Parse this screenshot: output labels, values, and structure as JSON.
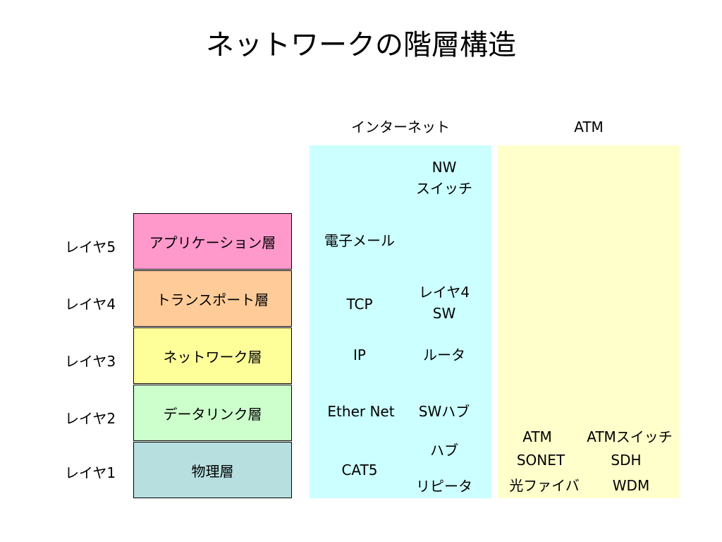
{
  "title": "ネットワークの階層構造",
  "column_headers": {
    "internet": "インターネット",
    "atm": "ATM"
  },
  "colors": {
    "internet_panel": "#ccffff",
    "atm_panel": "#ffffcc",
    "layer5": "#ff99cc",
    "layer4": "#ffcc99",
    "layer3": "#ffff99",
    "layer2": "#ccffcc",
    "layer1": "#b7dfe0"
  },
  "layers": [
    {
      "label": "レイヤ5",
      "name": "アプリケーション層"
    },
    {
      "label": "レイヤ4",
      "name": "トランスポート層"
    },
    {
      "label": "レイヤ3",
      "name": "ネットワーク層"
    },
    {
      "label": "レイヤ2",
      "name": "データリンク層"
    },
    {
      "label": "レイヤ1",
      "name": "物理層"
    }
  ],
  "internet": {
    "nw_switch": [
      "NW",
      "スイッチ"
    ],
    "email": "電子メール",
    "tcp": "TCP",
    "layer4_sw": [
      "レイヤ4",
      "SW"
    ],
    "ip": "IP",
    "router": "ルータ",
    "ethernet": "Ether Net",
    "sw_hub": "SWハブ",
    "hub": "ハブ",
    "cat5": "CAT5",
    "repeater": "リピータ"
  },
  "atm": {
    "atm": "ATM",
    "atm_switch": "ATMスイッチ",
    "sonet": "SONET",
    "sdh": "SDH",
    "fiber": "光ファイバ",
    "wdm": "WDM"
  }
}
